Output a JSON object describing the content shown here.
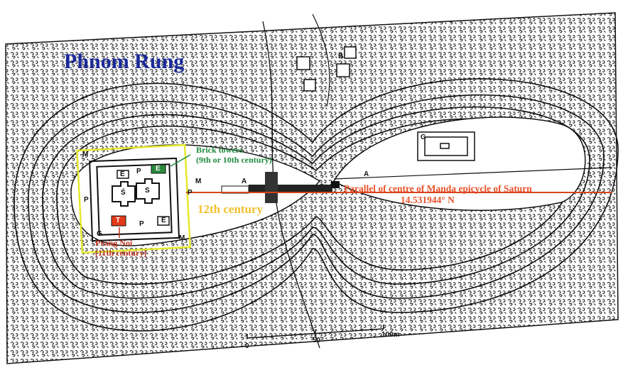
{
  "title": "Phnom Rung",
  "annotations": {
    "brick_towers": "Brick towers",
    "brick_towers_date": "(9th or 10th century)",
    "prang_noi": "Prang Noi",
    "prang_noi_date": "(11th century)",
    "main_temple_date": "12th century",
    "parallel": "Parallel of centre of Manda epicycle of Saturn",
    "latitude": "14.531944° N"
  },
  "plan_letters": {
    "M": "M",
    "P": "P",
    "A": "A",
    "E": "E",
    "S": "S",
    "S2": "Ś",
    "T": "T",
    "G": "G",
    "B": "B"
  },
  "scale_bar": {
    "zero": "0",
    "mid": "50",
    "end": "100m"
  },
  "colors": {
    "title": "#1a2a9a",
    "green": "#1e8a3c",
    "red": "#c0331e",
    "yellow": "#f2c12e",
    "orange": "#e8532b"
  }
}
